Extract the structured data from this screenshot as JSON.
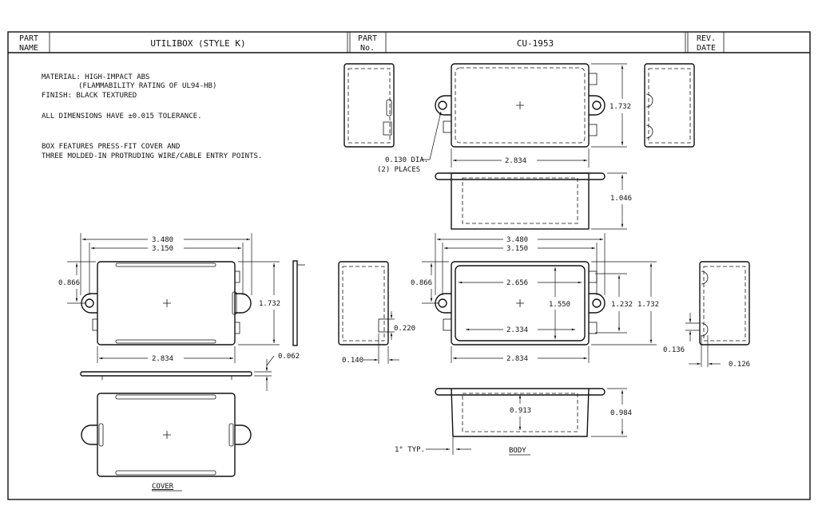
{
  "title_block": {
    "part_name_label_1": "PART",
    "part_name_label_2": "NAME",
    "part_name": "UTILIBOX (STYLE K)",
    "part_no_label_1": "PART",
    "part_no_label_2": "No.",
    "part_no": "CU-1953",
    "rev_label_1": "REV.",
    "rev_label_2": "DATE"
  },
  "notes": {
    "material": "MATERIAL: HIGH-IMPACT ABS",
    "flammability": "(FLAMMABILITY RATING OF UL94-HB)",
    "finish": "FINISH: BLACK TEXTURED",
    "tolerance": "ALL DIMENSIONS HAVE ±0.015 TOLERANCE.",
    "features_1": "BOX FEATURES PRESS-FIT COVER AND",
    "features_2": "THREE MOLDED-IN PROTRUDING WIRE/CABLE ENTRY POINTS."
  },
  "top_views": {
    "height": "1.732",
    "width": "2.834",
    "depth": "1.046",
    "hole_note_1": "0.130 DIA.",
    "hole_note_2": "(2) PLACES"
  },
  "cover": {
    "label": "COVER",
    "overall_width": "3.480",
    "hole_spacing": "3.150",
    "hole_height": "0.866",
    "height": "1.732",
    "width": "2.834",
    "thickness": "0.062"
  },
  "body": {
    "label": "BODY",
    "overall_width": "3.480",
    "hole_spacing": "3.150",
    "inner_width": "2.656",
    "hole_height": "0.866",
    "inner_height": "1.550",
    "inner_height_2": "1.232",
    "height": "1.732",
    "bottom_inner_width": "2.334",
    "width": "2.834",
    "slot_height": "0.220",
    "slot_depth": "0.140",
    "side_slot_height": "0.136",
    "side_slot_depth": "0.126",
    "inner_depth": "0.913",
    "depth": "0.984",
    "draft": "1° TYP."
  }
}
